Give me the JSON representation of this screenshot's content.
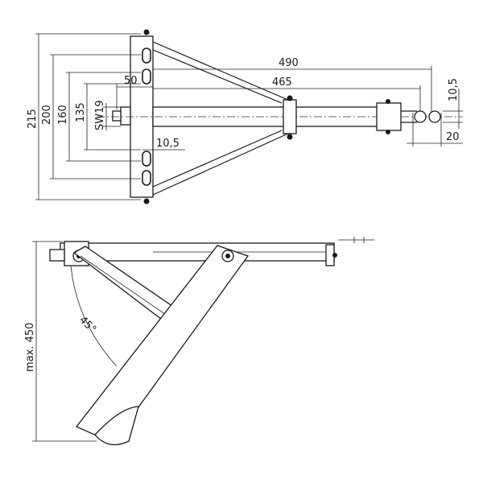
{
  "top_view": {
    "dim_215": "215",
    "dim_200": "200",
    "dim_160": "160",
    "dim_135": "135",
    "dim_sw19": "SW19",
    "dim_50": "50",
    "dim_490": "490",
    "dim_465": "465",
    "dim_10_5_top": "10,5",
    "dim_10_5_plate": "10,5",
    "dim_20": "20"
  },
  "side_view": {
    "dim_max450": "max. 450",
    "dim_angle": "45°"
  }
}
